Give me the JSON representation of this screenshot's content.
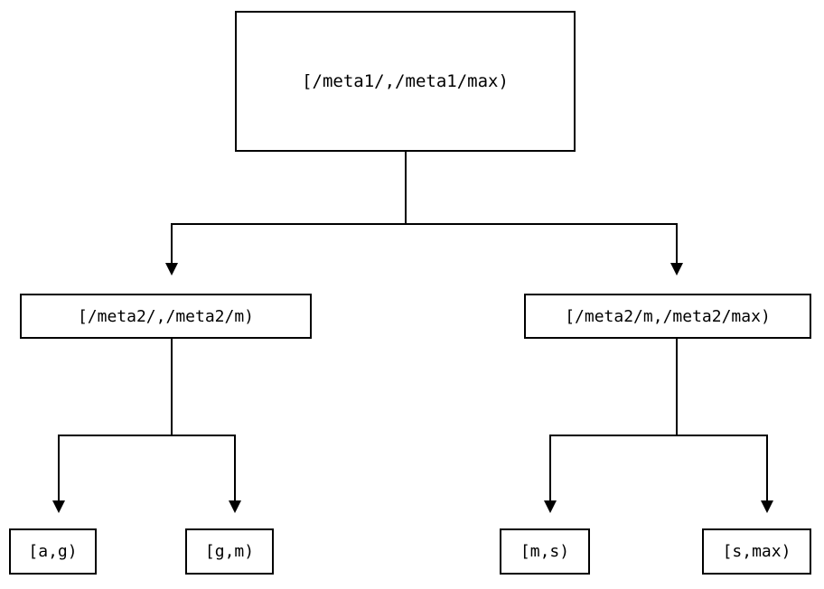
{
  "diagram": {
    "kind": "interval-partition-tree",
    "background_color": "#ffffff",
    "line_color": "#000000",
    "text_color": "#000000",
    "levels": 3,
    "root": {
      "label": "[/meta1/,/meta1/max)"
    },
    "level2": [
      {
        "label": "[/meta2/,/meta2/m)"
      },
      {
        "label": "[/meta2/m,/meta2/max)"
      }
    ],
    "leaves": [
      {
        "label": "[a,g)"
      },
      {
        "label": "[g,m)"
      },
      {
        "label": "[m,s)"
      },
      {
        "label": "[s,max)"
      }
    ]
  }
}
